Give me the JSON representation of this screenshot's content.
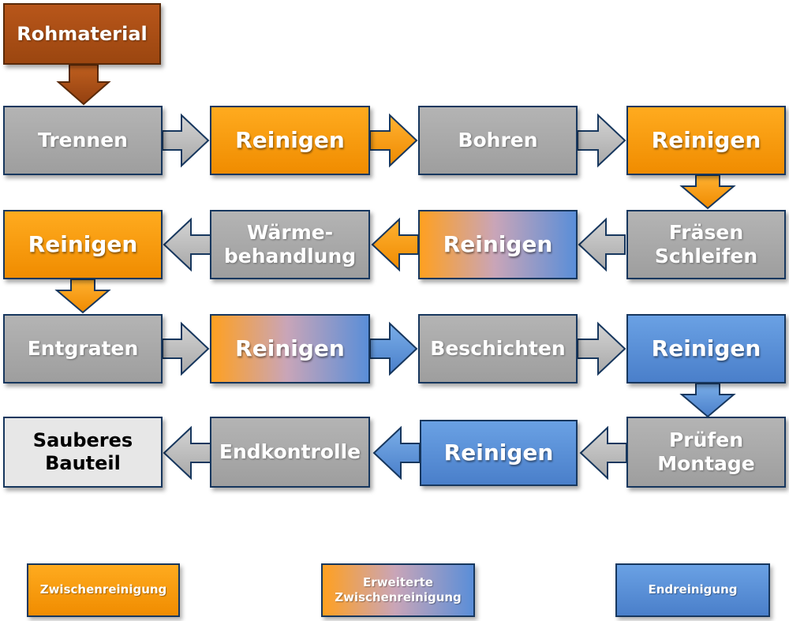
{
  "steps": {
    "rohmaterial": "Rohmaterial",
    "trennen": "Trennen",
    "reinigen": "Reinigen",
    "bohren": "Bohren",
    "fraesen_schleifen": "Fräsen\nSchleifen",
    "waermebehandlung": "Wärme-\nbehandlung",
    "entgraten": "Entgraten",
    "beschichten": "Beschichten",
    "pruefen_montage": "Prüfen\nMontage",
    "endkontrolle": "Endkontrolle",
    "sauberes_bauteil": "Sauberes\nBauteil"
  },
  "legend": {
    "zwischen": "Zwischenreinigung",
    "erweitert": "Erweiterte\nZwischenreinigung",
    "end": "Endreinigung"
  },
  "colors": {
    "zwischenreinigung": "#f7960f",
    "endreinigung": "#4f86cf",
    "prozess": "#a6a6a6",
    "rohmaterial": "#a64d13",
    "bauteil": "#e7e7e7",
    "border": "#17375e"
  }
}
